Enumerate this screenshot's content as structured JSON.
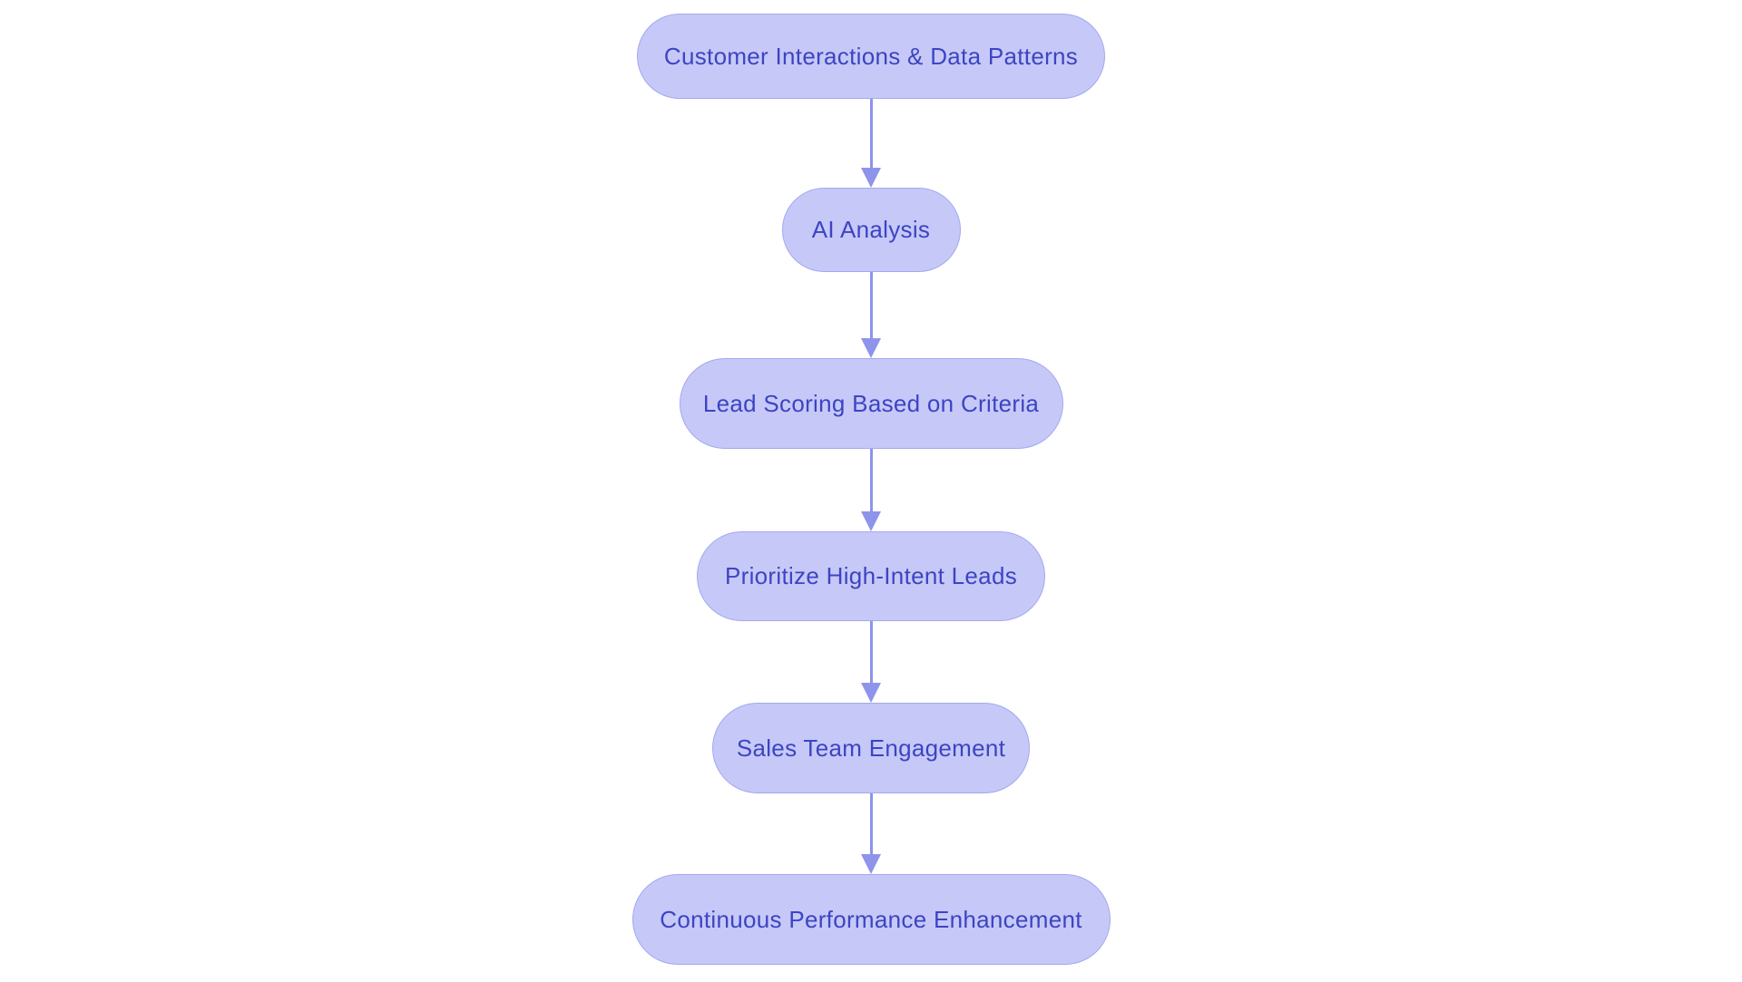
{
  "diagram": {
    "type": "flowchart",
    "direction": "top-down",
    "nodes": [
      {
        "id": "customer-interactions",
        "label": "Customer Interactions & Data Patterns"
      },
      {
        "id": "ai-analysis",
        "label": "AI Analysis"
      },
      {
        "id": "lead-scoring",
        "label": "Lead Scoring Based on Criteria"
      },
      {
        "id": "prioritize-leads",
        "label": "Prioritize High-Intent Leads"
      },
      {
        "id": "sales-engagement",
        "label": "Sales Team Engagement"
      },
      {
        "id": "performance-enhancement",
        "label": "Continuous Performance Enhancement"
      }
    ],
    "edges": [
      {
        "from": "customer-interactions",
        "to": "ai-analysis"
      },
      {
        "from": "ai-analysis",
        "to": "lead-scoring"
      },
      {
        "from": "lead-scoring",
        "to": "prioritize-leads"
      },
      {
        "from": "prioritize-leads",
        "to": "sales-engagement"
      },
      {
        "from": "sales-engagement",
        "to": "performance-enhancement"
      }
    ],
    "colors": {
      "node_fill": "#c6c9f7",
      "node_border": "#a3a8f0",
      "node_text": "#3d44c3",
      "arrow": "#8d94ea",
      "background": "#ffffff"
    }
  }
}
